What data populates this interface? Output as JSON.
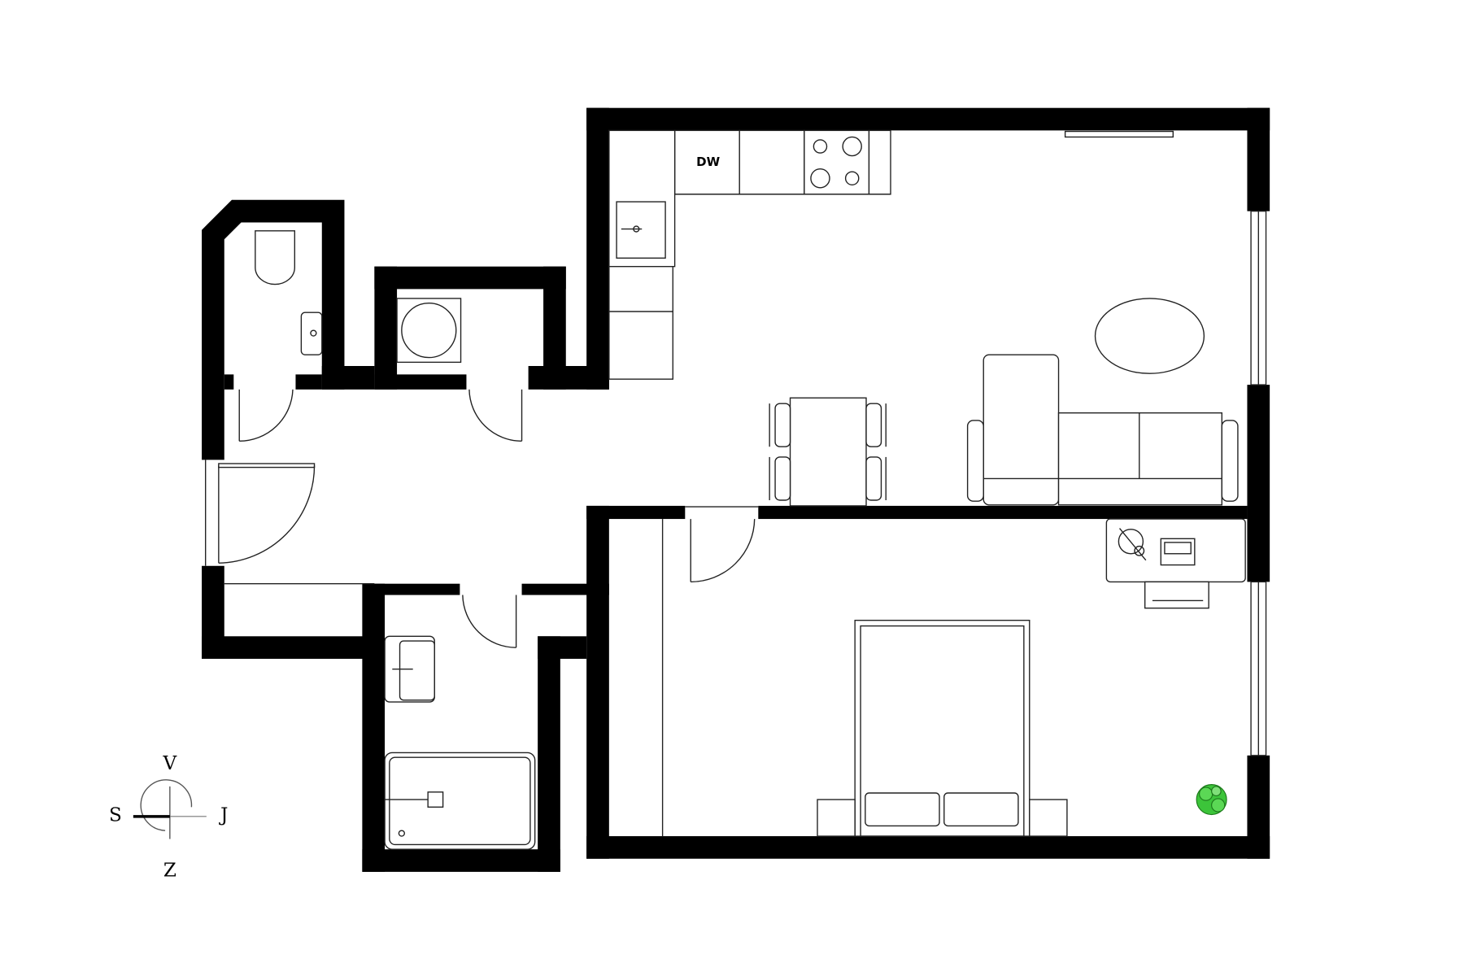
{
  "appliances": {
    "dishwasher_label": "DW"
  },
  "compass": {
    "north": "V",
    "west": "S",
    "east": "J",
    "south": "Z"
  },
  "colors": {
    "walls": "#000000",
    "plant": "#3cc43a",
    "background": "#ffffff"
  }
}
